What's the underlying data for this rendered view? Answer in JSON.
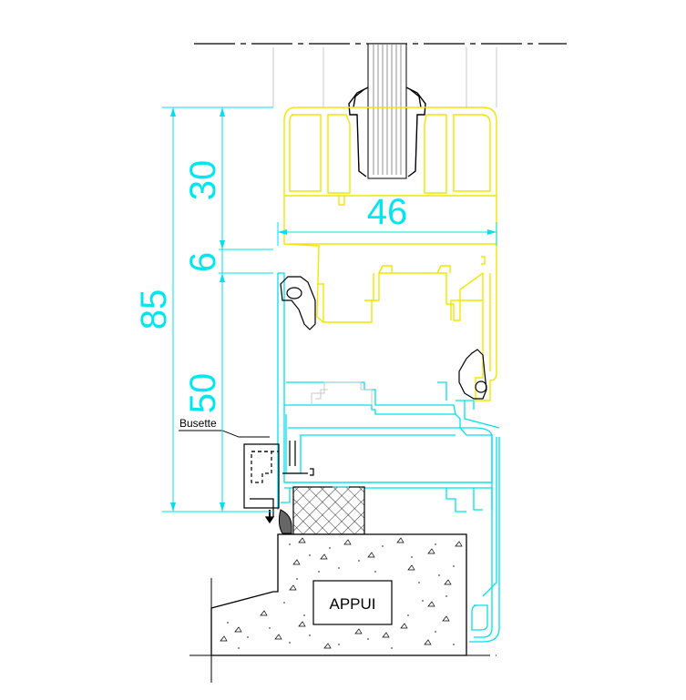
{
  "dimensions": {
    "d30": "30",
    "d6": "6",
    "d50": "50",
    "d85": "85",
    "d46": "46"
  },
  "labels": {
    "busette": "Busette",
    "appui": "APPUI"
  },
  "colors": {
    "frame": "#00e0ee",
    "sash": "#f2e600",
    "dimension": "#00e6f0",
    "outline": "#000000"
  }
}
